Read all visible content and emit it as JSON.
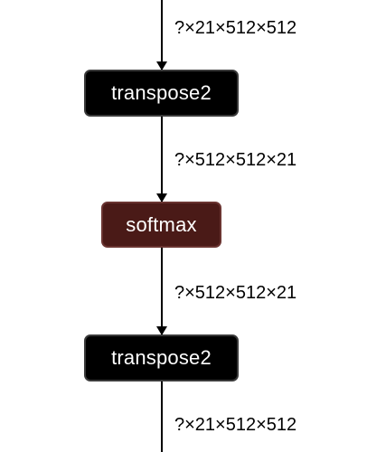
{
  "graph": {
    "nodes": [
      {
        "id": "transpose2_top",
        "label": "transpose2",
        "color": "#000000"
      },
      {
        "id": "softmax",
        "label": "softmax",
        "color": "#4a1a17"
      },
      {
        "id": "transpose2_bottom",
        "label": "transpose2",
        "color": "#000000"
      }
    ],
    "edges": [
      {
        "from": null,
        "to": "transpose2_top",
        "label": "?×21×512×512"
      },
      {
        "from": "transpose2_top",
        "to": "softmax",
        "label": "?×512×512×21"
      },
      {
        "from": "softmax",
        "to": "transpose2_bottom",
        "label": "?×512×512×21"
      },
      {
        "from": "transpose2_bottom",
        "to": null,
        "label": "?×21×512×512"
      }
    ]
  }
}
